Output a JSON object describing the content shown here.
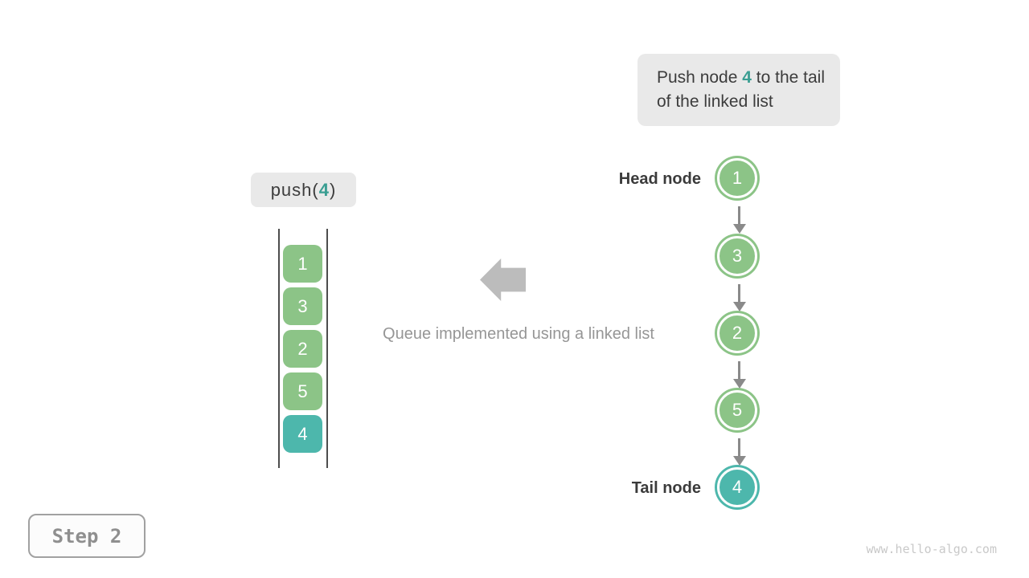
{
  "colors": {
    "node_green": "#8cc487",
    "node_teal": "#4db7ac",
    "accent_text_teal": "#3a9e92",
    "chip_background": "#e9e9e9",
    "arrow_gray": "#8a8a8a",
    "block_arrow_gray": "#bcbcbc",
    "label_dark": "#3b3b3b",
    "muted_gray": "#969696"
  },
  "callout": {
    "prefix": "Push node ",
    "highlight": "4",
    "suffix": " to the tail of the linked list"
  },
  "push_call": {
    "prefix": "push(",
    "arg": "4",
    "suffix": ")"
  },
  "queue": {
    "items": [
      {
        "value": "1",
        "highlighted": false
      },
      {
        "value": "3",
        "highlighted": false
      },
      {
        "value": "2",
        "highlighted": false
      },
      {
        "value": "5",
        "highlighted": false
      },
      {
        "value": "4",
        "highlighted": true
      }
    ]
  },
  "caption": "Queue implemented using a linked list",
  "linked_list": {
    "head_label": "Head node",
    "tail_label": "Tail node",
    "nodes": [
      {
        "value": "1",
        "highlighted": false
      },
      {
        "value": "3",
        "highlighted": false
      },
      {
        "value": "2",
        "highlighted": false
      },
      {
        "value": "5",
        "highlighted": false
      },
      {
        "value": "4",
        "highlighted": true
      }
    ]
  },
  "step": {
    "label": "Step 2"
  },
  "footer": {
    "url": "www.hello-algo.com"
  }
}
